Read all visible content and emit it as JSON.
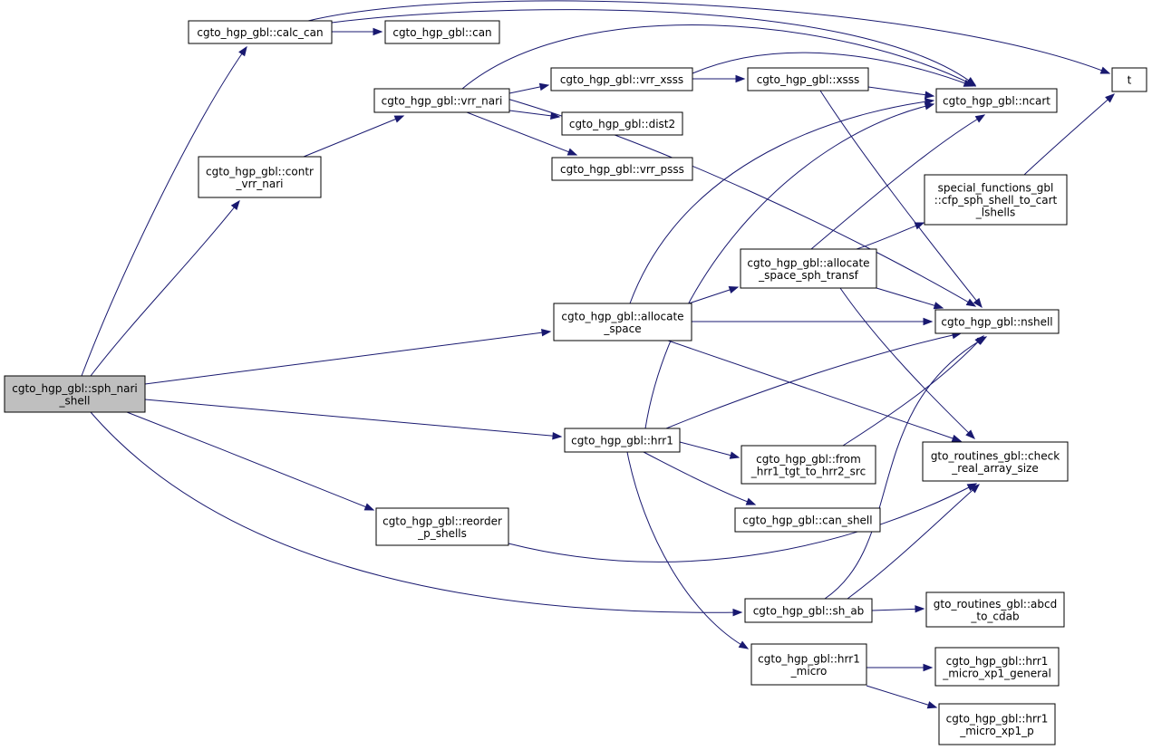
{
  "diagram": {
    "edge_color": "#191970",
    "root_fill": "#bfbfbf",
    "nodes": [
      {
        "id": "sph_nari_shell",
        "lines": [
          "cgto_hgp_gbl::sph_nari",
          "_shell"
        ],
        "root": true
      },
      {
        "id": "calc_can",
        "lines": [
          "cgto_hgp_gbl::calc_can"
        ]
      },
      {
        "id": "can",
        "lines": [
          "cgto_hgp_gbl::can"
        ]
      },
      {
        "id": "contr_vrr_nari",
        "lines": [
          "cgto_hgp_gbl::contr",
          "_vrr_nari"
        ]
      },
      {
        "id": "vrr_nari",
        "lines": [
          "cgto_hgp_gbl::vrr_nari"
        ]
      },
      {
        "id": "vrr_xsss",
        "lines": [
          "cgto_hgp_gbl::vrr_xsss"
        ]
      },
      {
        "id": "xsss",
        "lines": [
          "cgto_hgp_gbl::xsss"
        ]
      },
      {
        "id": "dist2",
        "lines": [
          "cgto_hgp_gbl::dist2"
        ]
      },
      {
        "id": "vrr_psss",
        "lines": [
          "cgto_hgp_gbl::vrr_psss"
        ]
      },
      {
        "id": "ncart",
        "lines": [
          "cgto_hgp_gbl::ncart"
        ]
      },
      {
        "id": "t",
        "lines": [
          "t"
        ]
      },
      {
        "id": "cfp",
        "lines": [
          "special_functions_gbl",
          "::cfp_sph_shell_to_cart",
          "_lshells"
        ]
      },
      {
        "id": "allocate_space_sph_transf",
        "lines": [
          "cgto_hgp_gbl::allocate",
          "_space_sph_transf"
        ]
      },
      {
        "id": "allocate_space",
        "lines": [
          "cgto_hgp_gbl::allocate",
          "_space"
        ]
      },
      {
        "id": "nshell",
        "lines": [
          "cgto_hgp_gbl::nshell"
        ]
      },
      {
        "id": "hrr1",
        "lines": [
          "cgto_hgp_gbl::hrr1"
        ]
      },
      {
        "id": "from_hrr1",
        "lines": [
          "cgto_hgp_gbl::from",
          "_hrr1_tgt_to_hrr2_src"
        ]
      },
      {
        "id": "check_real",
        "lines": [
          "gto_routines_gbl::check",
          "_real_array_size"
        ]
      },
      {
        "id": "can_shell",
        "lines": [
          "cgto_hgp_gbl::can_shell"
        ]
      },
      {
        "id": "reorder",
        "lines": [
          "cgto_hgp_gbl::reorder",
          "_p_shells"
        ]
      },
      {
        "id": "sh_ab",
        "lines": [
          "cgto_hgp_gbl::sh_ab"
        ]
      },
      {
        "id": "abcd",
        "lines": [
          "gto_routines_gbl::abcd",
          "_to_cdab"
        ]
      },
      {
        "id": "hrr1_micro",
        "lines": [
          "cgto_hgp_gbl::hrr1",
          "_micro"
        ]
      },
      {
        "id": "micro_general",
        "lines": [
          "cgto_hgp_gbl::hrr1",
          "_micro_xp1_general"
        ]
      },
      {
        "id": "micro_p",
        "lines": [
          "cgto_hgp_gbl::hrr1",
          "_micro_xp1_p"
        ]
      }
    ],
    "edges": [
      [
        "sph_nari_shell",
        "calc_can"
      ],
      [
        "sph_nari_shell",
        "contr_vrr_nari"
      ],
      [
        "sph_nari_shell",
        "allocate_space"
      ],
      [
        "sph_nari_shell",
        "hrr1"
      ],
      [
        "sph_nari_shell",
        "reorder"
      ],
      [
        "sph_nari_shell",
        "sh_ab"
      ],
      [
        "calc_can",
        "can"
      ],
      [
        "calc_can",
        "t"
      ],
      [
        "calc_can",
        "ncart"
      ],
      [
        "contr_vrr_nari",
        "vrr_nari"
      ],
      [
        "vrr_nari",
        "vrr_xsss"
      ],
      [
        "vrr_nari",
        "dist2"
      ],
      [
        "vrr_nari",
        "vrr_psss"
      ],
      [
        "vrr_nari",
        "ncart"
      ],
      [
        "vrr_nari",
        "nshell"
      ],
      [
        "vrr_xsss",
        "xsss"
      ],
      [
        "vrr_xsss",
        "ncart"
      ],
      [
        "xsss",
        "ncart"
      ],
      [
        "xsss",
        "nshell"
      ],
      [
        "cfp",
        "t"
      ],
      [
        "allocate_space",
        "ncart"
      ],
      [
        "allocate_space",
        "allocate_space_sph_transf"
      ],
      [
        "allocate_space",
        "nshell"
      ],
      [
        "allocate_space",
        "check_real"
      ],
      [
        "allocate_space_sph_transf",
        "ncart"
      ],
      [
        "allocate_space_sph_transf",
        "cfp"
      ],
      [
        "allocate_space_sph_transf",
        "nshell"
      ],
      [
        "allocate_space_sph_transf",
        "check_real"
      ],
      [
        "hrr1",
        "ncart"
      ],
      [
        "hrr1",
        "nshell"
      ],
      [
        "hrr1",
        "from_hrr1"
      ],
      [
        "hrr1",
        "can_shell"
      ],
      [
        "hrr1",
        "hrr1_micro"
      ],
      [
        "from_hrr1",
        "nshell"
      ],
      [
        "reorder",
        "check_real"
      ],
      [
        "sh_ab",
        "nshell"
      ],
      [
        "sh_ab",
        "check_real"
      ],
      [
        "sh_ab",
        "abcd"
      ],
      [
        "hrr1_micro",
        "micro_general"
      ],
      [
        "hrr1_micro",
        "micro_p"
      ]
    ]
  }
}
